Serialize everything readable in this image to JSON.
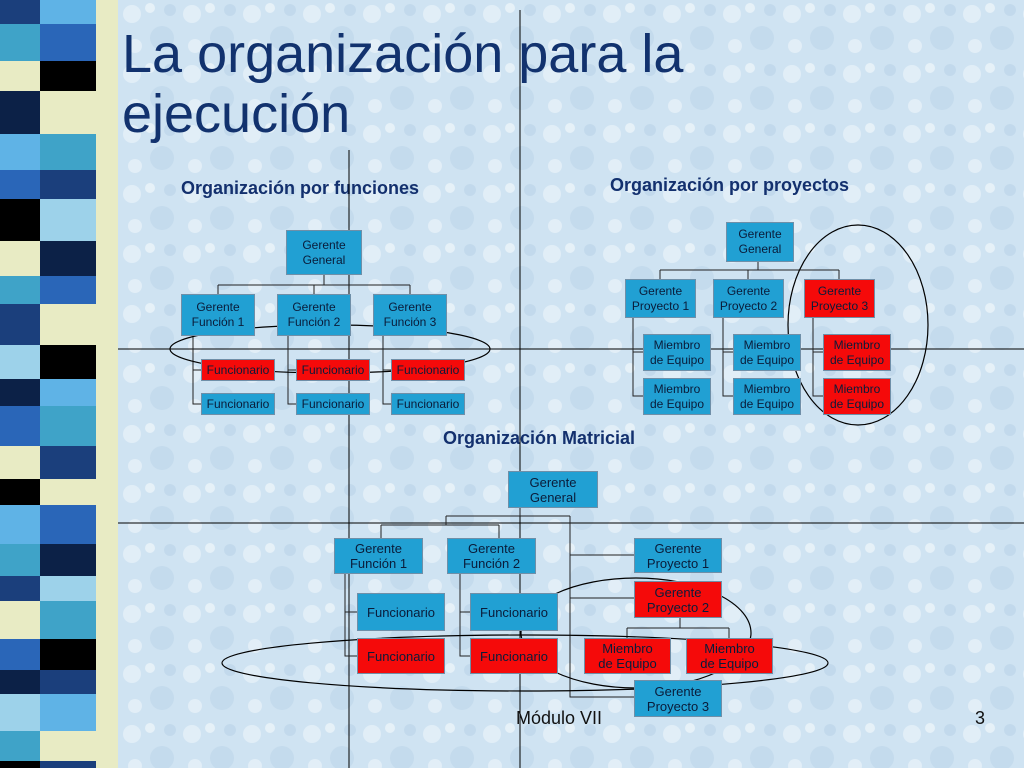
{
  "slide": {
    "title": "La organización para la ejecución",
    "footer": "Módulo VII",
    "page_number": "3"
  },
  "colors": {
    "title": "#12326e",
    "box_blue": "#21a0d3",
    "box_red": "#f50a0a",
    "background": "#cfe3f2",
    "left_bar": [
      "#1b3f7c",
      "#3fa3c8",
      "#e8ebc4",
      "#0c2147",
      "#5fb3e6",
      "#2a66b8",
      "#000000",
      "#9dd2ea"
    ]
  },
  "por_funciones": {
    "title": "Organización por funciones",
    "gerente_general": "Gerente\nGeneral",
    "gerentes": [
      "Gerente\nFunción 1",
      "Gerente\nFunción 2",
      "Gerente\nFunción 3"
    ],
    "funcionarios_destacados": [
      "Funcionario",
      "Funcionario",
      "Funcionario"
    ],
    "funcionarios": [
      "Funcionario",
      "Funcionario",
      "Funcionario"
    ]
  },
  "por_proyectos": {
    "title": "Organización por proyectos",
    "gerente_general": "Gerente\nGeneral",
    "gerentes": [
      "Gerente\nProyecto 1",
      "Gerente\nProyecto 2",
      "Gerente\nProyecto 3"
    ],
    "miembros_fila1": [
      "Miembro\nde Equipo",
      "Miembro\nde Equipo",
      "Miembro\nde Equipo"
    ],
    "miembros_fila2": [
      "Miembro\nde Equipo",
      "Miembro\nde Equipo",
      "Miembro\nde Equipo"
    ]
  },
  "matricial": {
    "title": "Organización Matricial",
    "gerente_general": "Gerente\nGeneral",
    "gerentes_funcion": [
      "Gerente\nFunción 1",
      "Gerente\nFunción 2"
    ],
    "funcionarios": [
      "Funcionario",
      "Funcionario"
    ],
    "funcionarios_destacados": [
      "Funcionario",
      "Funcionario"
    ],
    "gerentes_proyecto": [
      "Gerente\nProyecto 1",
      "Gerente\nProyecto 2",
      "Gerente\nProyecto 3"
    ],
    "miembros": [
      "Miembro\nde Equipo",
      "Miembro\nde Equipo"
    ]
  }
}
